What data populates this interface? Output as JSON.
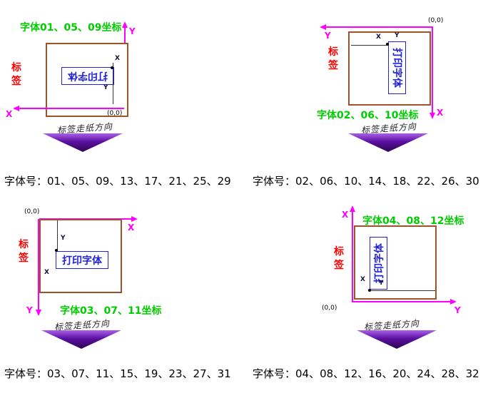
{
  "colors": {
    "coord_title_green": "#00cc00",
    "axis_magenta": "#ff00ff",
    "label_red": "#ff0000",
    "print_text_blue": "#2222dd",
    "label_rect_border": "#a0522d",
    "feed_arrow_purple": "#5a10a0",
    "background": "#ffffff"
  },
  "diagrams": [
    {
      "coord_title": "字体01、05、09坐标",
      "label": "标签",
      "print_text": "打印字体",
      "origin": "(0,0)",
      "axis_x": "X",
      "axis_y": "Y",
      "mini_x": "X",
      "mini_y": "Y",
      "feed_direction": "标签走纸方向"
    },
    {
      "coord_title": "字体02、06、10坐标",
      "label": "标签",
      "print_text": "打印字体",
      "origin": "(0,0)",
      "axis_x": "X",
      "axis_y": "Y",
      "mini_x": "X",
      "mini_y": "Y",
      "feed_direction": "标签走纸方向"
    },
    {
      "coord_title": "字体03、07、11坐标",
      "label": "标签",
      "print_text": "打印字体",
      "origin": "(0,0)",
      "axis_x": "X",
      "axis_y": "Y",
      "mini_x": "X",
      "mini_y": "Y",
      "feed_direction": "标签走纸方向"
    },
    {
      "coord_title": "字体04、08、12坐标",
      "label": "标签",
      "print_text": "打印字体",
      "origin": "(0,0)",
      "axis_x": "X",
      "axis_y": "Y",
      "mini_x": "X",
      "mini_y": "Y",
      "feed_direction": "标签走纸方向"
    }
  ],
  "font_number_lines": [
    "字体号：01、05、09、13、17、21、25、29",
    "字体号：02、06、10、14、18、22、26、30",
    "字体号：03、07、11、15、19、23、27、31",
    "字体号：04、08、12、16、20、24、28、32"
  ]
}
